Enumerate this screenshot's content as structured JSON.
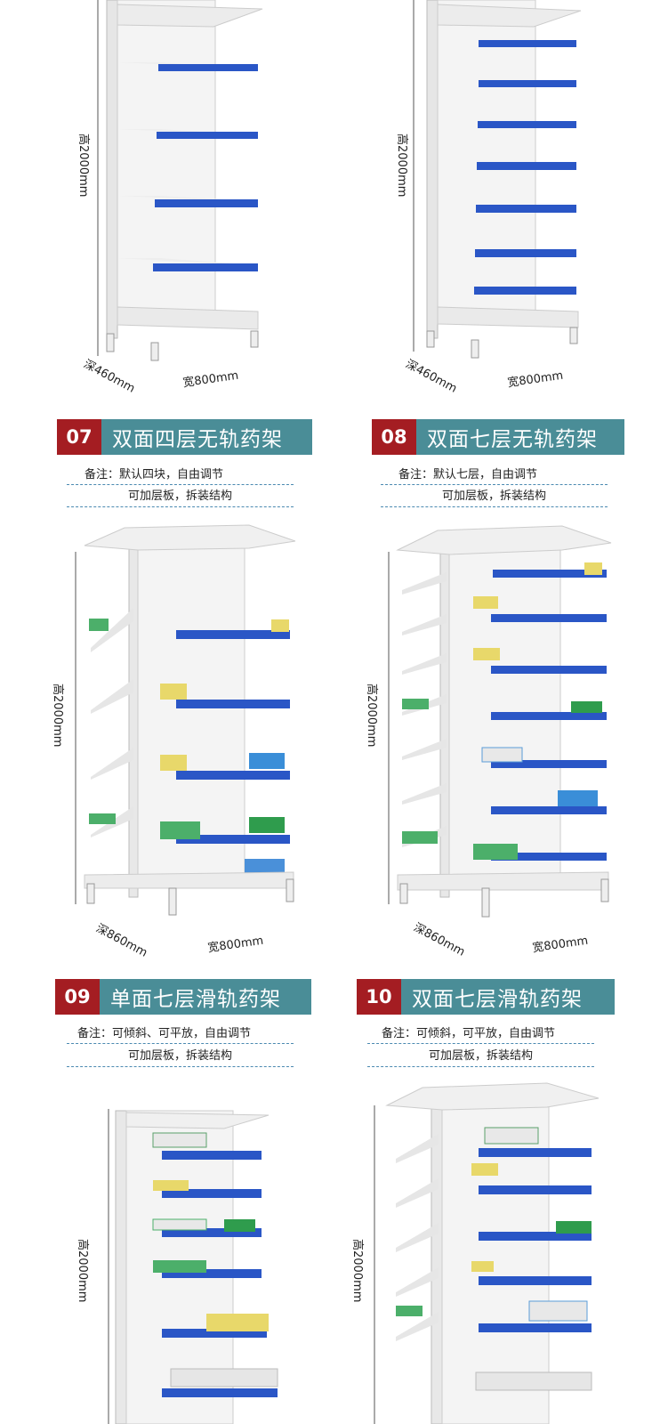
{
  "colors": {
    "number_bg": "#a41d22",
    "title_bg": "#4a8d97",
    "shelf_blue": "#2a56c6",
    "metal_white": "#f1f1f1",
    "dash_line": "#4b8ab1"
  },
  "products": [
    {
      "number": "",
      "title": "",
      "note1": "",
      "note2": "",
      "height_label": "高2000mm",
      "depth_label": "深460mm",
      "width_label": "宽800mm"
    },
    {
      "number": "",
      "title": "",
      "note1": "",
      "note2": "",
      "height_label": "高2000mm",
      "depth_label": "深460mm",
      "width_label": "宽800mm"
    },
    {
      "number": "07",
      "title": "双面四层无轨药架",
      "note1": "备注：默认四块，自由调节",
      "note2": "可加层板，拆装结构",
      "height_label": "高2000mm",
      "depth_label": "深860mm",
      "width_label": "宽800mm"
    },
    {
      "number": "08",
      "title": "双面七层无轨药架",
      "note1": "备注：默认七层，自由调节",
      "note2": "可加层板，拆装结构",
      "height_label": "高2000mm",
      "depth_label": "深860mm",
      "width_label": "宽800mm"
    },
    {
      "number": "09",
      "title": "单面七层滑轨药架",
      "note1": "备注：可倾斜、可平放，自由调节",
      "note2": "可加层板，拆装结构",
      "height_label": "高2000mm"
    },
    {
      "number": "10",
      "title": "双面七层滑轨药架",
      "note1": "备注：可倾斜，可平放，自由调节",
      "note2": "可加层板，拆装结构",
      "height_label": "高2000mm"
    }
  ]
}
